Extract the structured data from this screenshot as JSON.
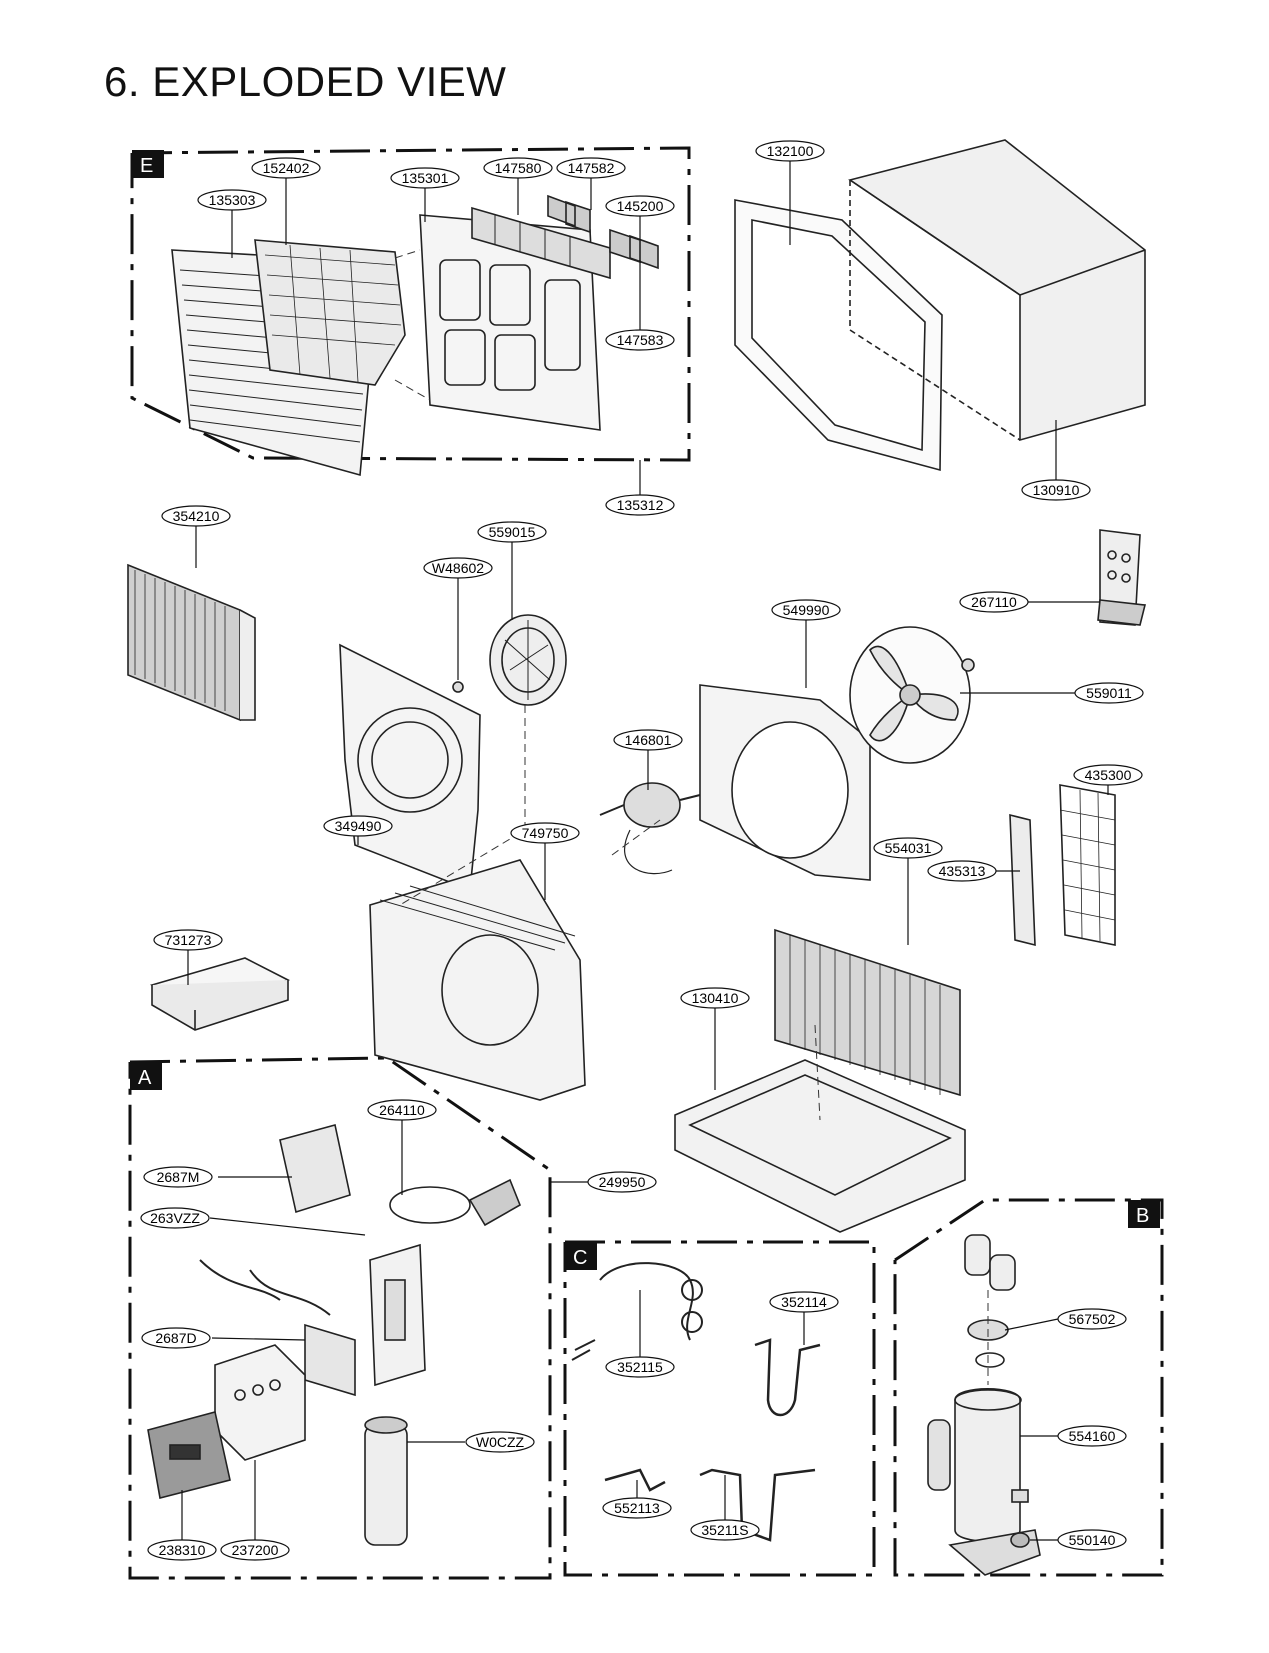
{
  "title": "6. EXPLODED VIEW",
  "sections": [
    "E",
    "A",
    "C",
    "B"
  ],
  "part_labels": [
    "152402",
    "135303",
    "135301",
    "147580",
    "147582",
    "145200",
    "147583",
    "135312",
    "132100",
    "130910",
    "354210",
    "559015",
    "W48602",
    "349490",
    "549990",
    "559011",
    "267110",
    "146801",
    "749750",
    "435300",
    "435313",
    "554031",
    "731273",
    "130410",
    "264110",
    "249950",
    "2687M",
    "263VZZ",
    "2687D",
    "W0CZZ",
    "238310",
    "237200",
    "352114",
    "352115",
    "552113",
    "35211S",
    "567502",
    "554160",
    "550140"
  ]
}
